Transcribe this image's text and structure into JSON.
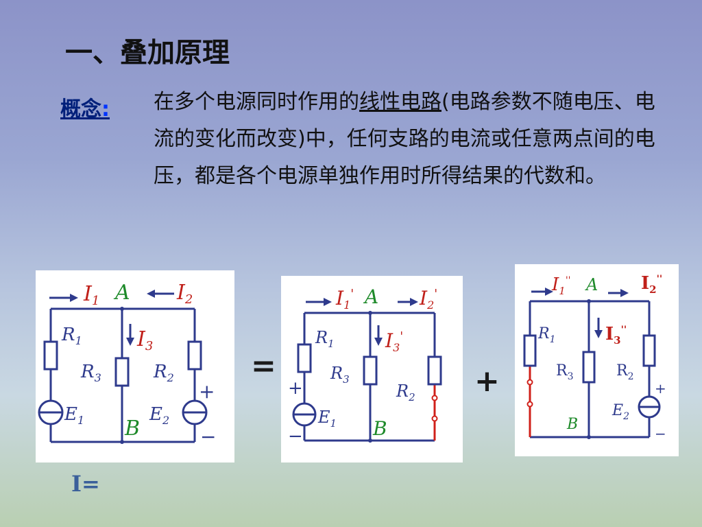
{
  "slide": {
    "title": "一、叠加原理",
    "concept_label": "概念",
    "concept_colon": ":",
    "concept_text_1": "在多个电源同时作用的",
    "concept_text_ul": "线性电路",
    "concept_text_2": "(电路参数不随电压、电流的变化而改变)中，任何支路的电流或任意两点间的电压，都是各个电源单独作用时所得结果的代数和。",
    "equals_sign": "=",
    "plus_sign": "+",
    "formula_prefix": "I="
  },
  "circuits": {
    "full": {
      "I1": "I",
      "I1_sub": "1",
      "I2": "I",
      "I2_sub": "2",
      "I3": "I",
      "I3_sub": "3",
      "nodeA": "A",
      "nodeB": "B",
      "R1": "R",
      "R1_sub": "1",
      "R2": "R",
      "R2_sub": "2",
      "R3": "R",
      "R3_sub": "3",
      "E1": "E",
      "E1_sub": "1",
      "E2": "E",
      "E2_sub": "2",
      "plus": "+",
      "minus": "−"
    },
    "e1_only": {
      "I1": "I",
      "I1_sub": "1",
      "I1_prime": "'",
      "I2": "I",
      "I2_sub": "2",
      "I2_prime": "'",
      "I3": "I",
      "I3_sub": "3",
      "I3_prime": "'",
      "nodeA": "A",
      "nodeB": "B",
      "R1": "R",
      "R1_sub": "1",
      "R2": "R",
      "R2_sub": "2",
      "R3": "R",
      "R3_sub": "3",
      "E1": "E",
      "E1_sub": "1",
      "plus": "+",
      "minus": "−"
    },
    "e2_only": {
      "I1": "I",
      "I1_sub": "1",
      "I1_prime": "''",
      "I2": "I",
      "I2_sub": "2",
      "I2_prime": "''",
      "I3": "I",
      "I3_sub": "3",
      "I3_prime": "''",
      "nodeA": "A",
      "nodeB": "B",
      "R1": "R",
      "R1_sub": "1",
      "R2": "R",
      "R2_sub": "2",
      "R3": "R",
      "R3_sub": "3",
      "E2": "E",
      "E2_sub": "2",
      "plus": "+",
      "minus": "−"
    }
  },
  "colors": {
    "wire": "#2e3a8c",
    "current_label": "#c0201a",
    "node_label": "#1e8a2a",
    "short_wire": "#d0201a",
    "component_label": "#2e3a8c"
  }
}
